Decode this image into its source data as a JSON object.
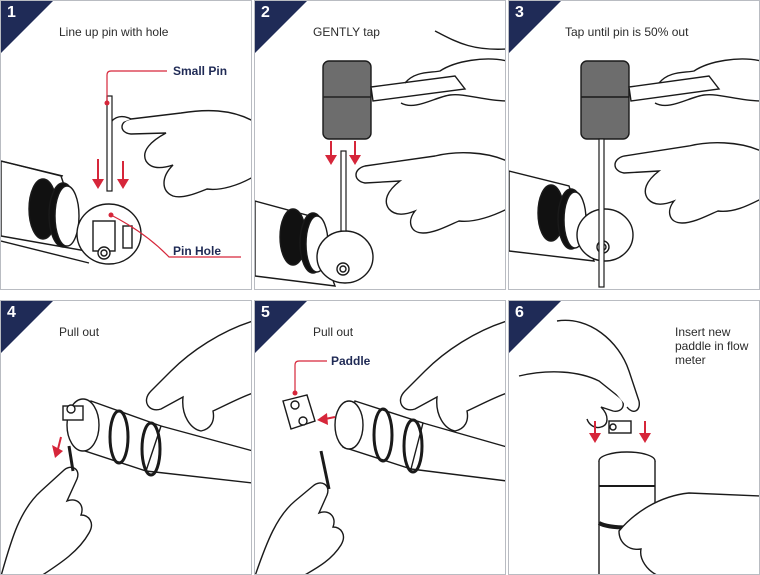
{
  "colors": {
    "accent": "#1f2b57",
    "arrow": "#d6263a",
    "ink": "#1a1a1a",
    "hammer": "#6d6d6d"
  },
  "steps": [
    {
      "number": "1",
      "caption": "Line up pin with hole",
      "callouts": [
        "Small Pin",
        "Pin Hole"
      ]
    },
    {
      "number": "2",
      "caption": "GENTLY tap",
      "callouts": []
    },
    {
      "number": "3",
      "caption": "Tap until pin is 50% out",
      "callouts": []
    },
    {
      "number": "4",
      "caption": "Pull out",
      "callouts": []
    },
    {
      "number": "5",
      "caption": "Pull out",
      "callouts": [
        "Paddle"
      ]
    },
    {
      "number": "6",
      "caption": "Insert new paddle in flow meter",
      "callouts": []
    }
  ]
}
